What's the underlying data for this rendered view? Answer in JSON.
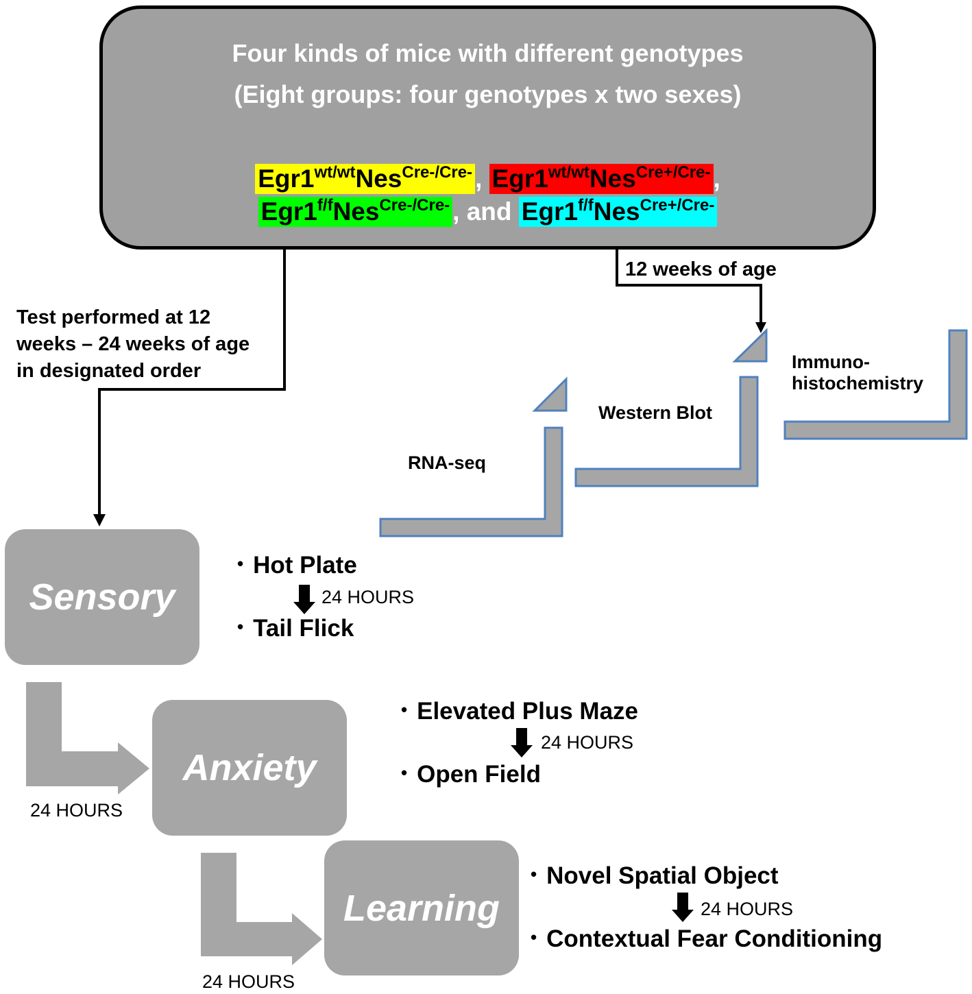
{
  "header": {
    "title_line1": "Four kinds of mice with different genotypes",
    "title_line2": "(Eight groups: four genotypes x two sexes)"
  },
  "genotypes": [
    {
      "base": "Egr1",
      "allele": "wt/wt",
      "gene": "Nes",
      "cre": "Cre-/Cre-",
      "color": "#ffff00"
    },
    {
      "base": "Egr1",
      "allele": "wt/wt",
      "gene": "Nes",
      "cre": "Cre+/Cre-",
      "color": "#ff0000"
    },
    {
      "base": "Egr1",
      "allele": "f/f",
      "gene": "Nes",
      "cre": "Cre-/Cre-",
      "color": "#00ff00"
    },
    {
      "base": "Egr1",
      "allele": "f/f",
      "gene": "Nes",
      "cre": "Cre+/Cre-",
      "color": "#00ffff"
    }
  ],
  "separators": {
    "comma": ",",
    "and": ", and"
  },
  "branches": {
    "behavior_note": [
      "Test performed at 12",
      "weeks – 24 weeks of age",
      "in designated order"
    ],
    "molecular_note": "12 weeks of age"
  },
  "molecular": {
    "steps": [
      "RNA-seq",
      "Western Blot",
      "Immuno-",
      "histochemistry"
    ],
    "color": "#a6a6a6",
    "outline": "#4f81bd"
  },
  "stages": [
    {
      "name": "Sensory",
      "tests": [
        "Hot Plate",
        "Tail Flick"
      ],
      "between": "24 HOURS"
    },
    {
      "name": "Anxiety",
      "tests": [
        "Elevated Plus Maze",
        "Open Field"
      ],
      "between": "24 HOURS"
    },
    {
      "name": "Learning",
      "tests": [
        "Novel Spatial Object",
        "Contextual Fear Conditioning"
      ],
      "between": "24 HOURS"
    }
  ],
  "transitions": [
    "24 HOURS",
    "24 HOURS"
  ],
  "stage_color": "#a6a6a6"
}
